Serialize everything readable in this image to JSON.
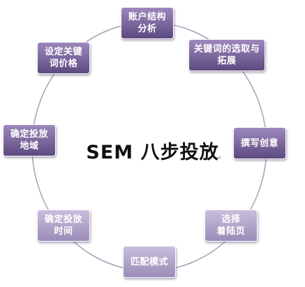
{
  "diagram": {
    "title": "SEM 八步投放",
    "ring_color": "#a6a0b6",
    "accent_dark": "#5c4a80",
    "accent_light": "#c9bedd",
    "steps": [
      {
        "label": "账户结构\n分析",
        "tone": "dark"
      },
      {
        "label": "关键词的选取与\n拓展",
        "tone": "dark"
      },
      {
        "label": "撰写创意",
        "tone": "dark"
      },
      {
        "label": "选择\n着陆页",
        "tone": "light"
      },
      {
        "label": "匹配模式",
        "tone": "light"
      },
      {
        "label": "确定投放\n时间",
        "tone": "light"
      },
      {
        "label": "确定投放\n地域",
        "tone": "dark"
      },
      {
        "label": "设定关键\n词价格",
        "tone": "dark"
      }
    ]
  }
}
